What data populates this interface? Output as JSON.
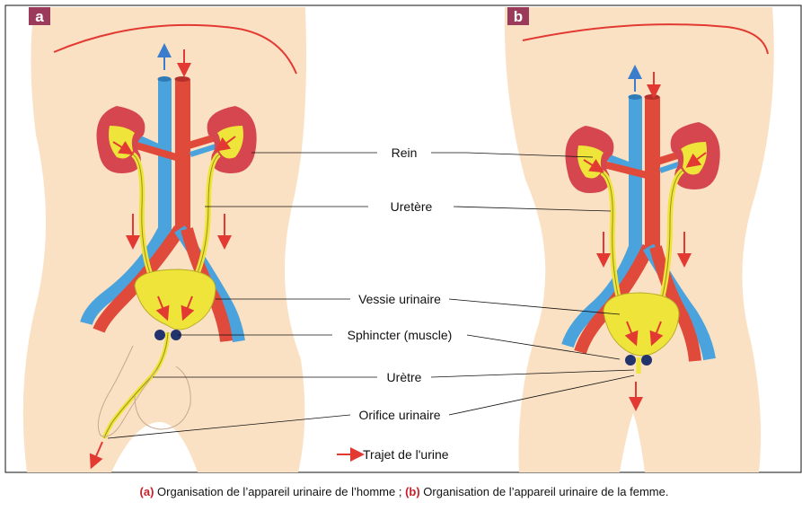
{
  "panels": {
    "a": {
      "badge": "a"
    },
    "b": {
      "badge": "b"
    }
  },
  "labels": {
    "rein": "Rein",
    "uretere": "Uretère",
    "vessie": "Vessie urinaire",
    "sphincter": "Sphincter (muscle)",
    "uretre": "Urètre",
    "orifice": "Orifice urinaire"
  },
  "legend": {
    "text": "Trajet de l'urine",
    "arrow_color": "#e23a32"
  },
  "caption": {
    "key_a": "(a)",
    "text_a": " Organisation de l’appareil urinaire de l’homme ; ",
    "key_b": "(b)",
    "text_b": " Organisation de l’appareil urinaire de la femme."
  },
  "colors": {
    "skin": "#fbe1c4",
    "badge": "#9c3a5c",
    "kidney": "#d6464e",
    "urine": "#eee43a",
    "artery": "#e04a3a",
    "vein": "#4aa3dc",
    "sphincter": "#22336e",
    "arrow": "#e23a32",
    "blue_arrow": "#3a7dcc"
  }
}
